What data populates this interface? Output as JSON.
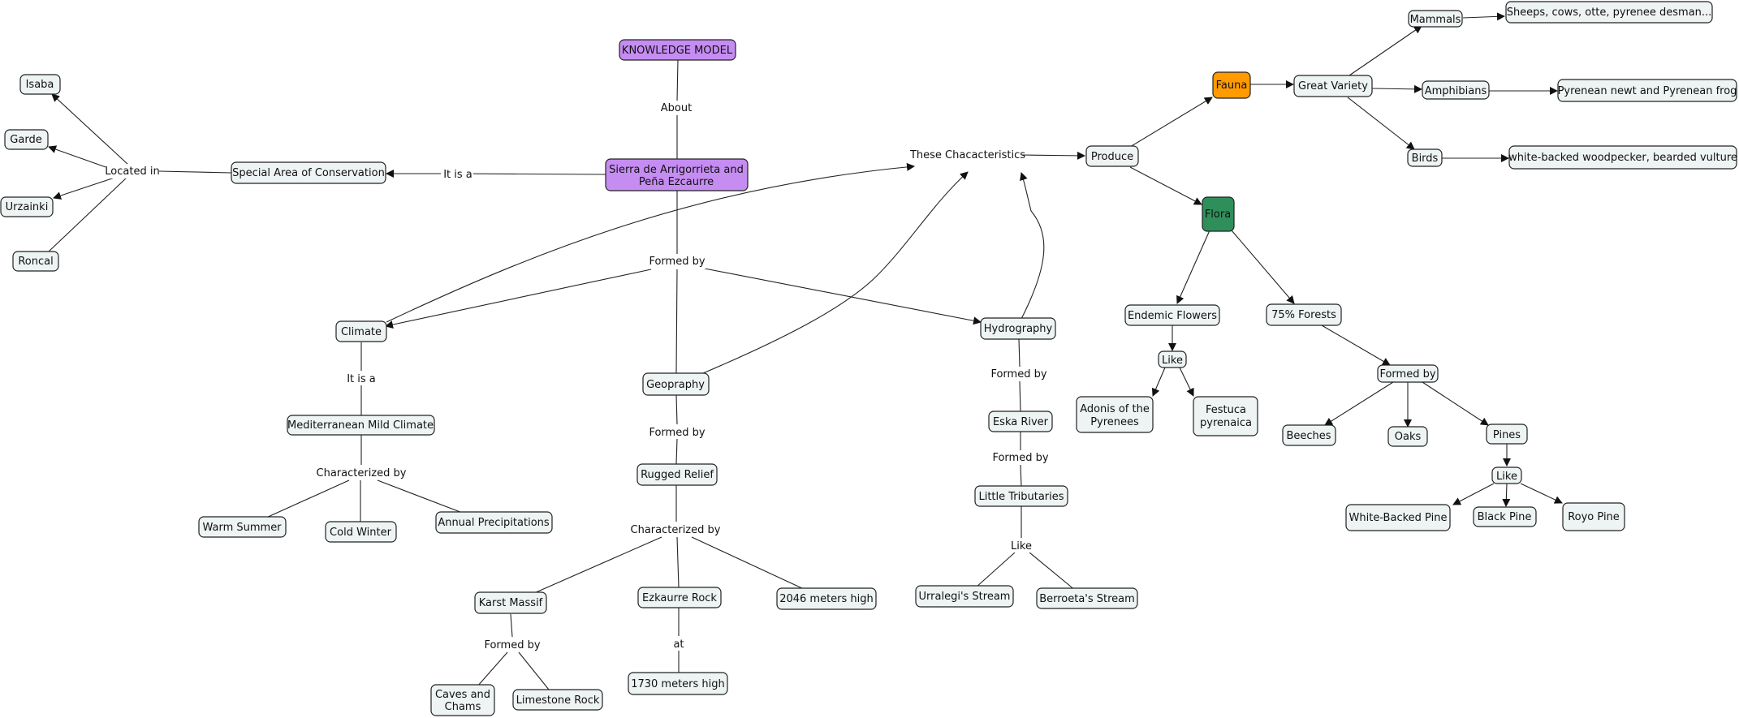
{
  "colors": {
    "concept": "#eef3f3",
    "knowledge_model": "#c58cf2",
    "main_topic": "#c58cf2",
    "fauna": "#ff9a00",
    "flora": "#2f8f5b"
  },
  "concepts": {
    "knowledge_model": "KNOWLEDGE MODEL",
    "sierra": [
      "Sierra de Arrigorrieta and",
      "Peña Ezcaurre"
    ],
    "special_area": "Special Area of Conservation",
    "isaba": "Isaba",
    "garde": "Garde",
    "urzainki": "Urzainki",
    "roncal": "Roncal",
    "climate": "Climate",
    "mediterranean": "Mediterranean Mild Climate",
    "warm_summer": "Warm Summer",
    "cold_winter": "Cold Winter",
    "annual_precip": "Annual Precipitations",
    "geography": "Geopraphy",
    "rugged_relief": "Rugged Relief",
    "karst_massif": "Karst Massif",
    "ezkaurre_rock": "Ezkaurre Rock",
    "meters_2046": "2046 meters high",
    "meters_1730": "1730 meters high",
    "caves": [
      "Caves and",
      "Chams"
    ],
    "limestone": "Limestone Rock",
    "hydrography": "Hydrography",
    "eska_river": "Eska River",
    "little_tributaries": "Little Tributaries",
    "urralegi": "Urralegi's Stream",
    "berroeta": "Berroeta's Stream",
    "produce": "Produce",
    "fauna": "Fauna",
    "great_variety": "Great Variety",
    "mammals": "Mammals",
    "mammals_list": "Sheeps, cows, otte, pyrenee desman...",
    "amphibians": "Amphibians",
    "amphibians_list": "Pyrenean newt and Pyrenean frog",
    "birds": "Birds",
    "birds_list": "white-backed woodpecker, bearded vulture",
    "flora": "Flora",
    "endemic_flowers": "Endemic Flowers",
    "like_flowers": "Like",
    "adonis": [
      "Adonis of the",
      "Pyrenees"
    ],
    "festuca": [
      "Festuca",
      "pyrenaica"
    ],
    "forests": "75% Forests",
    "formed_by_forests": "Formed by",
    "beeches": "Beeches",
    "oaks": "Oaks",
    "pines": "Pines",
    "like_pines": "Like",
    "white_backed_pine": "White-Backed Pine",
    "black_pine": "Black Pine",
    "royo_pine": "Royo Pine"
  },
  "link_phrases": {
    "about": "About",
    "it_is_a_sac": "It is a",
    "located_in": "Located in",
    "formed_by_main": "Formed by",
    "these_characteristics": "These Chacacteristics",
    "it_is_a_climate": "It is a",
    "characterized_by_climate": "Characterized by",
    "formed_by_geo": "Formed by",
    "characterized_by_relief": "Characterized by",
    "formed_by_karst": "Formed by",
    "at": "at",
    "formed_by_hydro": "Formed by",
    "formed_by_eska": "Formed by",
    "like_tributaries": "Like"
  }
}
